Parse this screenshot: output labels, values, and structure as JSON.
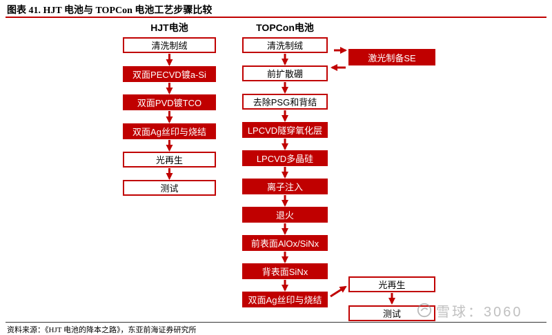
{
  "title": "图表 41. HJT 电池与 TOPCon 电池工艺步骤比较",
  "colors": {
    "accent": "#c00000",
    "filled_text": "#ffffff",
    "outline_text": "#000000"
  },
  "hjt": {
    "header": "HJT电池",
    "steps": [
      {
        "label": "清洗制绒",
        "style": "outline"
      },
      {
        "label": "双面PECVD镀a-Si",
        "style": "filled"
      },
      {
        "label": "双面PVD镀TCO",
        "style": "filled"
      },
      {
        "label": "双面Ag丝印与烧结",
        "style": "filled"
      },
      {
        "label": "光再生",
        "style": "outline"
      },
      {
        "label": "测试",
        "style": "outline"
      }
    ]
  },
  "topcon": {
    "header": "TOPCon电池",
    "steps": [
      {
        "label": "清洗制绒",
        "style": "outline"
      },
      {
        "label": "前扩散硼",
        "style": "outline"
      },
      {
        "label": "去除PSG和背结",
        "style": "outline"
      },
      {
        "label": "LPCVD隧穿氧化层",
        "style": "filled"
      },
      {
        "label": "LPCVD多晶硅",
        "style": "filled"
      },
      {
        "label": "离子注入",
        "style": "filled"
      },
      {
        "label": "退火",
        "style": "filled"
      },
      {
        "label": "前表面AlOx/SiNx",
        "style": "filled"
      },
      {
        "label": "背表面SiNx",
        "style": "filled"
      },
      {
        "label": "双面Ag丝印与烧结",
        "style": "filled"
      }
    ],
    "laser_step": {
      "label": "激光制备SE",
      "style": "filled"
    },
    "tail_steps": [
      {
        "label": "光再生",
        "style": "outline"
      },
      {
        "label": "测试",
        "style": "outline"
      }
    ]
  },
  "source": "资料来源：《HJT 电池的降本之路》，东亚前海证券研究所",
  "watermark": {
    "text": "雪球：3060",
    "icon": "xueqiu-logo-icon"
  }
}
